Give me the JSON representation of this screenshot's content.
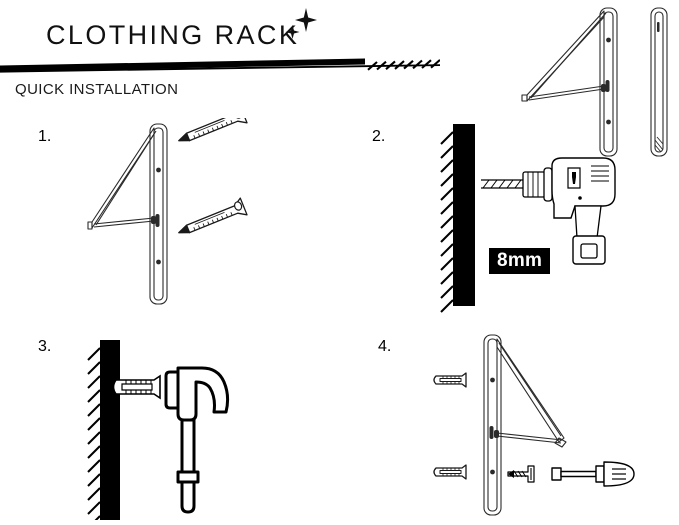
{
  "document": {
    "title": "CLOTHING RACK",
    "subtitle": "QUICK INSTALLATION",
    "background_color": "#ffffff",
    "ink_color": "#000000",
    "type": "assembly-instruction-sheet"
  },
  "decorations": {
    "divider": "tapered-black-rule-with-hatch-tail",
    "sparkles": "two-four-point-stars"
  },
  "product": {
    "name": "wall-mounted folding clothing rack bracket",
    "hero_view_label": "",
    "side_view_label": ""
  },
  "steps": [
    {
      "number": "1.",
      "name": "attach-wall-plugs",
      "illustration": "bracket-with-two-wall-anchors"
    },
    {
      "number": "2.",
      "name": "drill-holes",
      "illustration": "cordless-drill-against-hatched-wall",
      "badge": "8mm"
    },
    {
      "number": "3.",
      "name": "hammer-plug-into-wall",
      "illustration": "hammer-driving-wall-plug"
    },
    {
      "number": "4.",
      "name": "screw-bracket-to-wall",
      "illustration": "bracket-with-screws-and-screwdriver"
    }
  ],
  "tools": {
    "drill_bit_size": "8mm",
    "items": [
      "drill",
      "hammer",
      "screwdriver",
      "screw",
      "wall-plug"
    ]
  }
}
